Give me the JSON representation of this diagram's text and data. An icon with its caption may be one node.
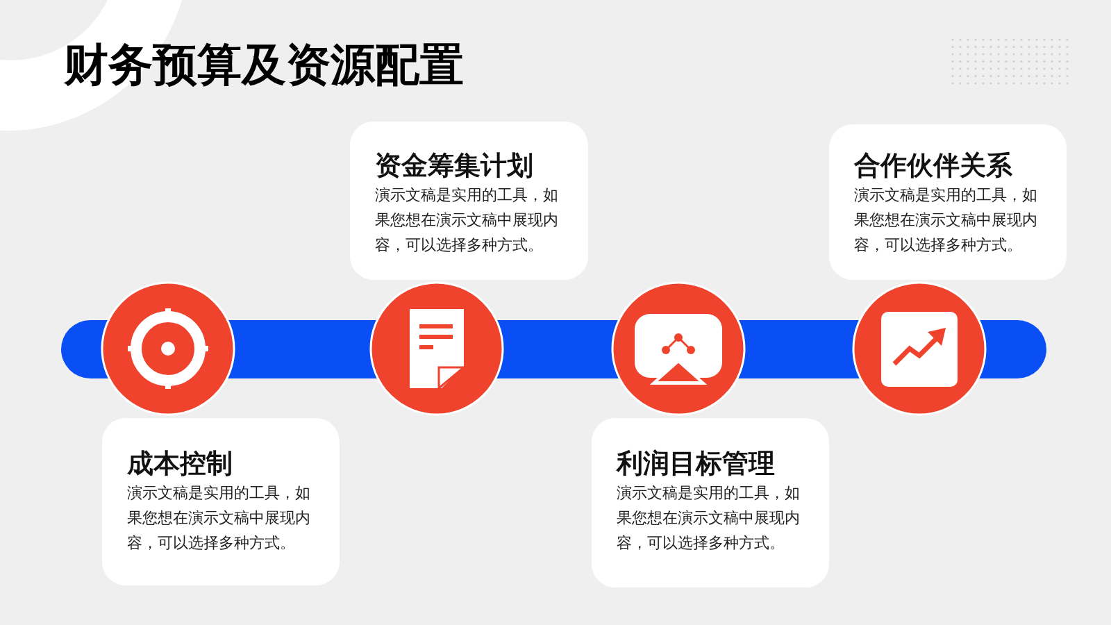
{
  "diagram": {
    "title": "财务预算及资源配置",
    "nodes": [
      {
        "text": [
          "成本控制",
          "演示文稿是实用的工具，如果您想在演示文稿中展现内容，可以选择多种方式。"
        ]
      },
      {
        "text": [
          "资金筹集计划",
          "演示文稿是实用的工具，如果您想在演示文稿中展现内容，可以选择多种方式。"
        ]
      },
      {
        "text": [
          "利润目标管理",
          "演示文稿是实用的工具，如果您想在演示文稿中展现内容，可以选择多种方式。"
        ]
      },
      {
        "text": [
          "合作伙伴关系",
          "演示文稿是实用的工具，如果您想在演示文稿中展现内容，可以选择多种方式。"
        ]
      }
    ]
  }
}
